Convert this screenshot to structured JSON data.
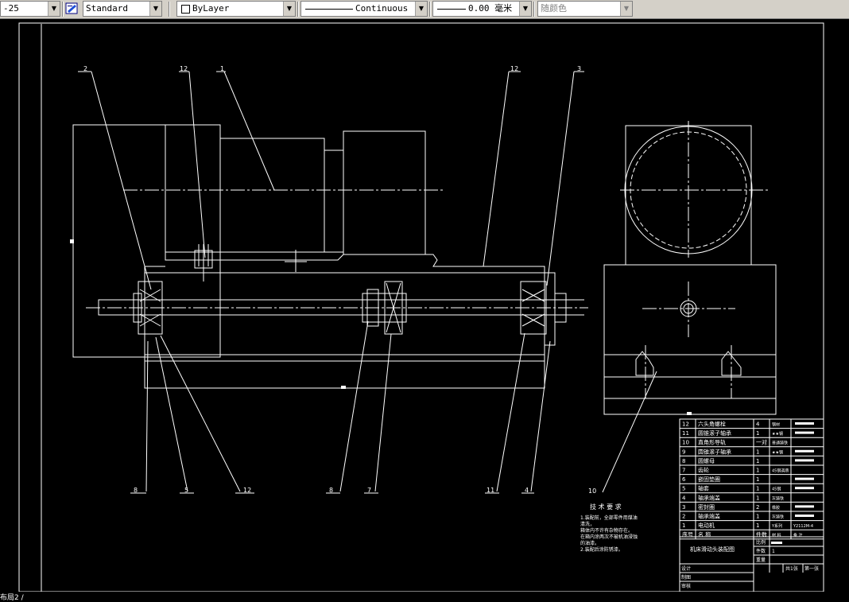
{
  "toolbar": {
    "dimstyle_value": "-25",
    "textstyle_value": "Standard",
    "layer_value": "ByLayer",
    "linetype_value": "Continuous",
    "lineweight_value": "0.00 毫米",
    "color_value": "随颜色"
  },
  "balloons": [
    "2",
    "12",
    "1",
    "12",
    "3",
    "8",
    "5",
    "12",
    "8",
    "7",
    "11",
    "4",
    "10"
  ],
  "tech_req": {
    "title": "技 术 要 求",
    "lines": [
      "1.装配前，全部零件用煤油",
      "清洗，",
      "箱体内不许有杂物存在。",
      "在箱内涂两次不被机油浸蚀",
      "的油漆。",
      "2.装配后涂防锈漆。"
    ]
  },
  "bom": {
    "rows": [
      {
        "no": "12",
        "name": "六头角螺栓",
        "qty": "4",
        "mat": "钢材",
        "note": ""
      },
      {
        "no": "11",
        "name": "圆锥滚子轴承",
        "qty": "1",
        "mat": "★★钢",
        "note": ""
      },
      {
        "no": "10",
        "name": "直角形导轨",
        "qty": "一对",
        "mat": "普通铸铁",
        "note": ""
      },
      {
        "no": "9",
        "name": "圆锥滚子轴承",
        "qty": "1",
        "mat": "★★钢",
        "note": ""
      },
      {
        "no": "8",
        "name": "圆螺母",
        "qty": "1",
        "mat": "",
        "note": ""
      },
      {
        "no": "7",
        "name": "齿轮",
        "qty": "1",
        "mat": "45钢调质",
        "note": ""
      },
      {
        "no": "6",
        "name": "嵌固垫圈",
        "qty": "1",
        "mat": "",
        "note": ""
      },
      {
        "no": "5",
        "name": "轴套",
        "qty": "1",
        "mat": "45钢",
        "note": ""
      },
      {
        "no": "4",
        "name": "轴承端盖",
        "qty": "1",
        "mat": "灰铸铁",
        "note": ""
      },
      {
        "no": "3",
        "name": "密封圈",
        "qty": "2",
        "mat": "橡胶",
        "note": ""
      },
      {
        "no": "2",
        "name": "轴承端盖",
        "qty": "1",
        "mat": "灰铸铁",
        "note": ""
      },
      {
        "no": "1",
        "name": "电动机",
        "qty": "1",
        "mat": "Y系列",
        "note": "Y2112M-4"
      }
    ],
    "header": {
      "no": "序号",
      "name": "名 称",
      "qty": "件数",
      "mat": "材 料",
      "note": "备 注"
    }
  },
  "title_block": {
    "drawing_name": "机床滑动头装配图",
    "scale_label": "比例",
    "qty_label": "件数",
    "qty_value": "1",
    "weight_label": "重量",
    "sheet_total": "共1张",
    "sheet_no": "第一张",
    "design": "设计",
    "draw": "制图",
    "check": "审核"
  },
  "status": {
    "layout_tab": "布局2 /"
  }
}
